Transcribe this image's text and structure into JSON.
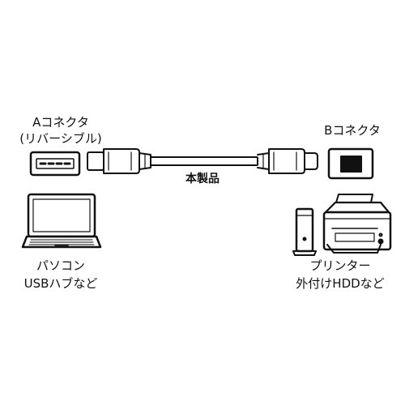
{
  "labels": {
    "a_connector": "Aコネクタ",
    "a_connector_note": "(リバーシブル)",
    "b_connector": "Bコネクタ",
    "product": "本製品",
    "pc": "パソコン",
    "pc_sub": "USBハブなど",
    "printer": "プリンター",
    "printer_sub": "外付けHDDなど"
  },
  "icons": {
    "a_receptacle": "usb-a-port-icon",
    "cable": "usb-cable-icon",
    "b_receptacle": "usb-b-port-icon",
    "laptop": "laptop-icon",
    "hdd": "external-hdd-icon",
    "printer": "printer-icon"
  },
  "colors": {
    "line": "#111111",
    "background": "#ffffff"
  }
}
